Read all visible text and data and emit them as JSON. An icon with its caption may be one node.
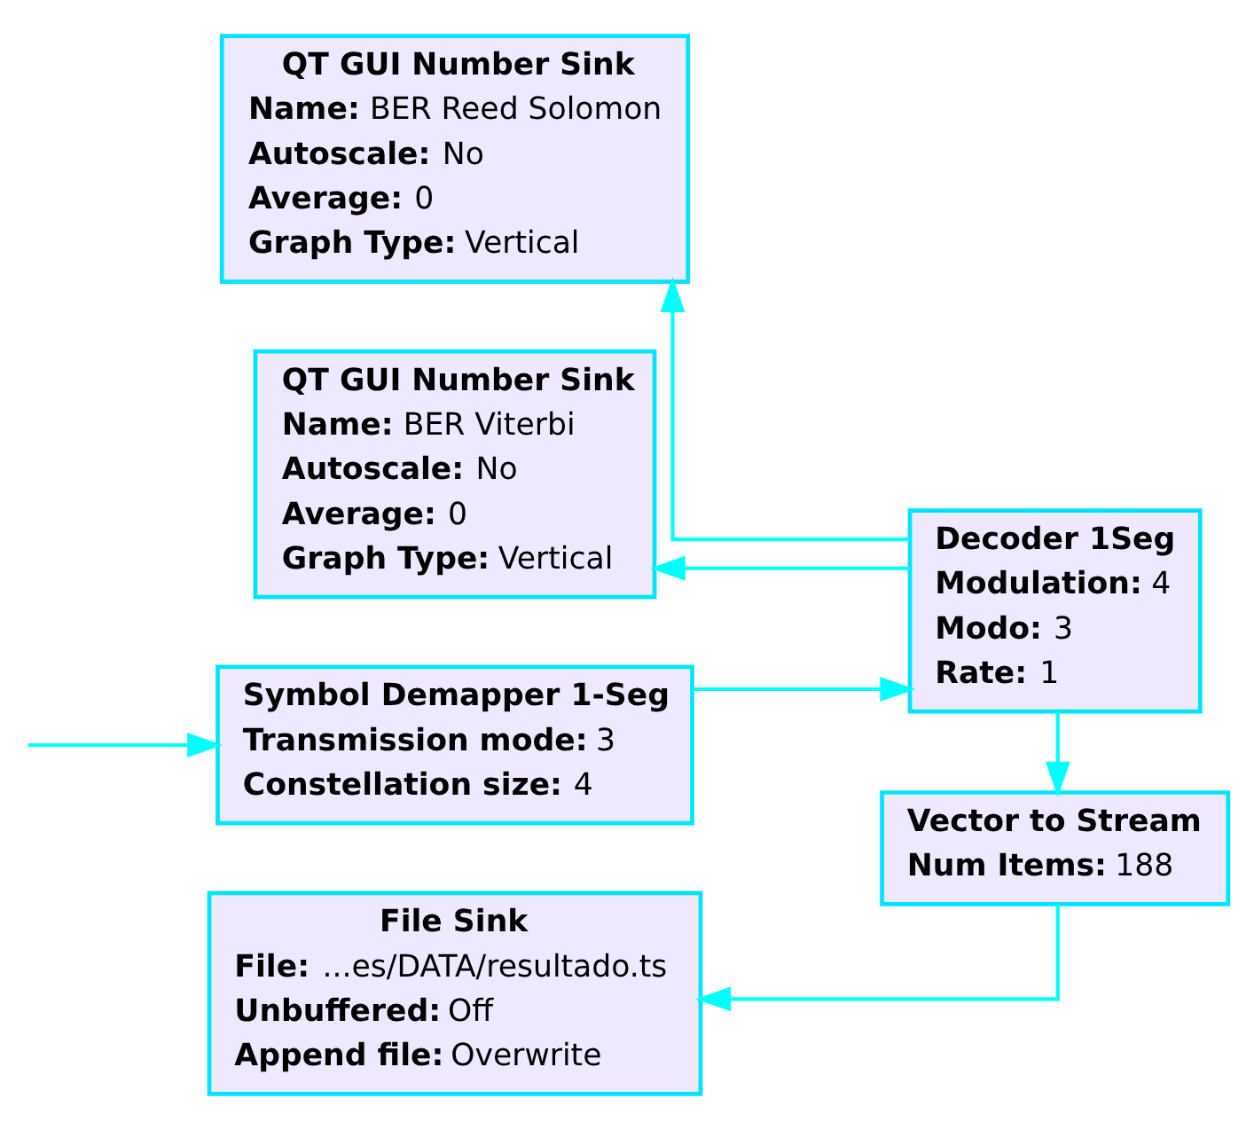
{
  "diagram": {
    "nodes": [
      {
        "text": [
          "QT GUI Number Sink",
          "**Name:** BER Reed Solomon",
          "**Autoscale:** No",
          "**Average:** 0",
          "**Graph Type:** Vertical"
        ]
      },
      {
        "text": [
          "QT GUI Number Sink",
          "**Name:** BER Viterbi",
          "**Autoscale:** No",
          "**Average:** 0",
          "**Graph Type:** Vertical"
        ]
      },
      {
        "text": [
          "Decoder 1Seg",
          "**Modulation:** 4",
          "**Modo:** 3",
          "**Rate:** 1"
        ]
      },
      {
        "text": [
          "Symbol Demapper 1-Seg",
          "**Transmission mode:** 3",
          "**Constellation size:** 4"
        ]
      },
      {
        "text": [
          "Vector to Stream",
          "**Num Items:** 188"
        ]
      },
      {
        "text": [
          "File Sink",
          "**File:** ...es/DATA/resultado.ts",
          "**Unbuffered:** Off",
          "**Append file:** Overwrite"
        ]
      }
    ],
    "edges": [
      {
        "from": 2,
        "to": 0,
        "arrow": "to"
      },
      {
        "from": 2,
        "to": 1,
        "arrow": "to"
      },
      {
        "from": 3,
        "to": 2,
        "arrow": "to"
      },
      {
        "from": null,
        "to": 3,
        "arrow": "to"
      },
      {
        "from": 2,
        "to": 4,
        "arrow": "to"
      },
      {
        "from": 4,
        "to": 5,
        "arrow": "to"
      }
    ]
  }
}
